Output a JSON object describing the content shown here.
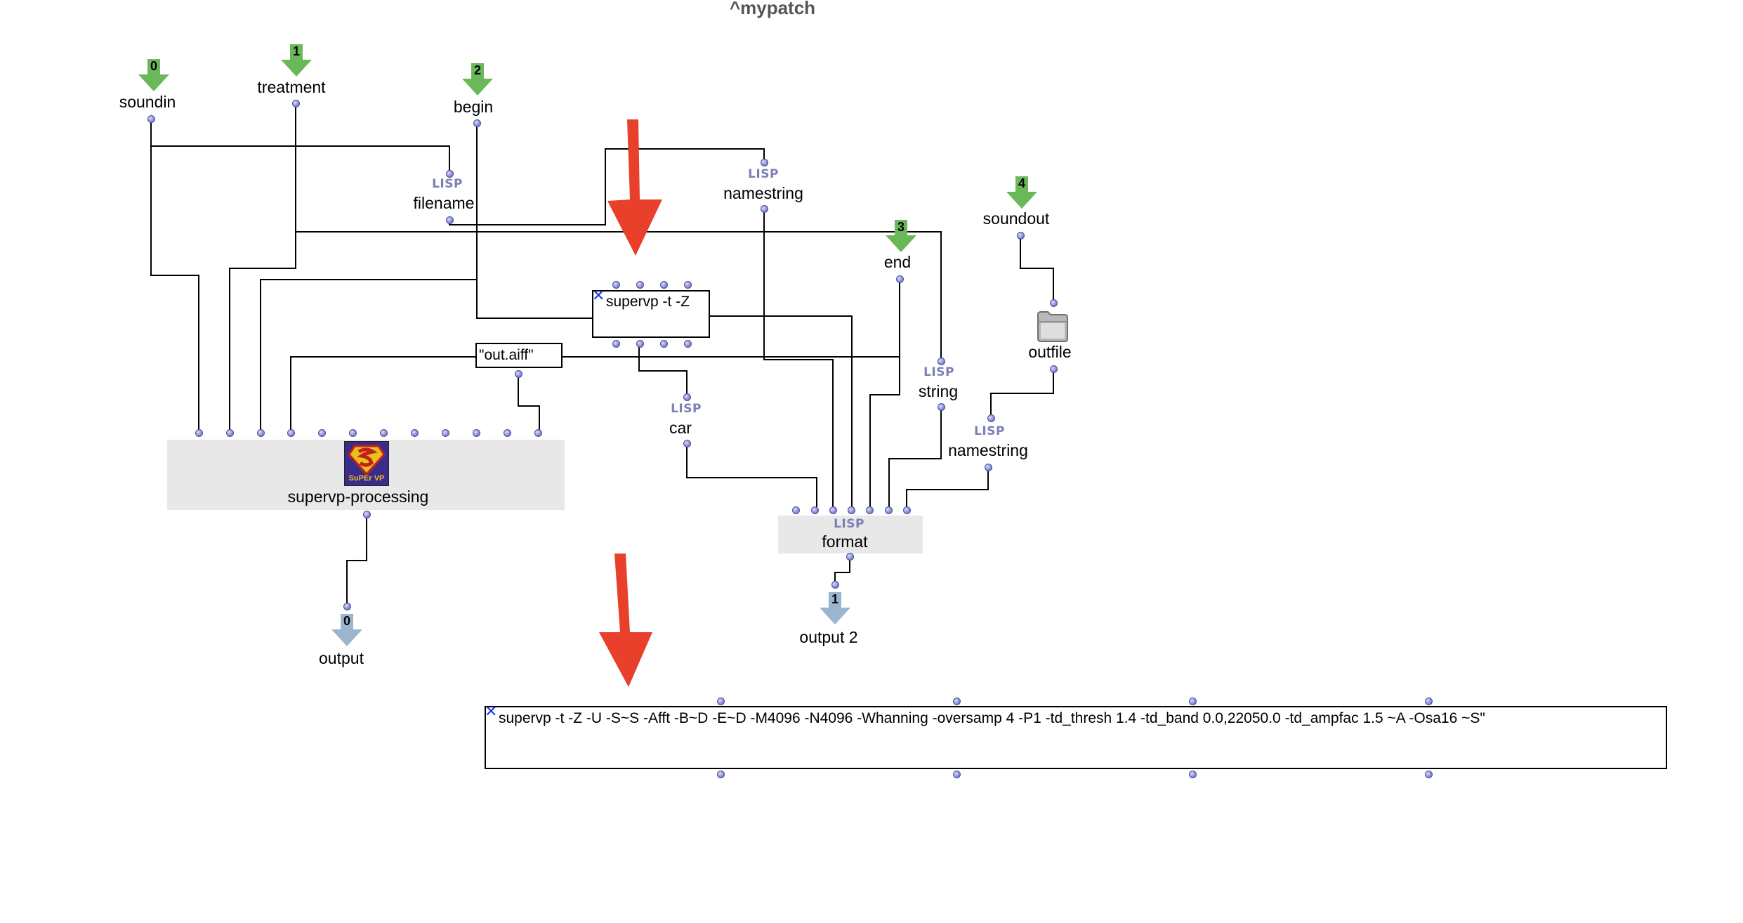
{
  "patch": {
    "title": "^mypatch"
  },
  "inputs": [
    {
      "num": "0",
      "label": "soundin"
    },
    {
      "num": "1",
      "label": "treatment"
    },
    {
      "num": "2",
      "label": "begin"
    },
    {
      "num": "3",
      "label": "end"
    },
    {
      "num": "4",
      "label": "soundout"
    }
  ],
  "outputs": [
    {
      "num": "0",
      "label": "output"
    },
    {
      "num": "1",
      "label": "output 2"
    }
  ],
  "lisp_tag": "LISP",
  "boxes": {
    "filename": "filename",
    "namestring_top": "namestring",
    "namestring_right": "namestring",
    "string": "string",
    "car": "car",
    "format": "format",
    "outfile": "outfile",
    "supervp_cmd": "supervp -t -Z",
    "out_aiff": "\"out.aiff\"",
    "supervp_processing": "supervp-processing",
    "supervp_logo_text": "SuPEr VP",
    "command_line": "supervp -t -Z -U -S~S -Afft -B~D -E~D -M4096 -N4096 -Whanning -oversamp 4 -P1 -td_thresh 1.4 -td_band 0.0,22050.0 -td_ampfac 1.5 ~A -Osa16 ~S\""
  },
  "colors": {
    "input_arrow": "#6ab85a",
    "output_arrow": "#9bb5cf",
    "lisp_text": "#7b7fb4",
    "port": "#8a8fd6",
    "annotation_arrow": "#e8402a",
    "lock_x": "#1f35e8"
  }
}
